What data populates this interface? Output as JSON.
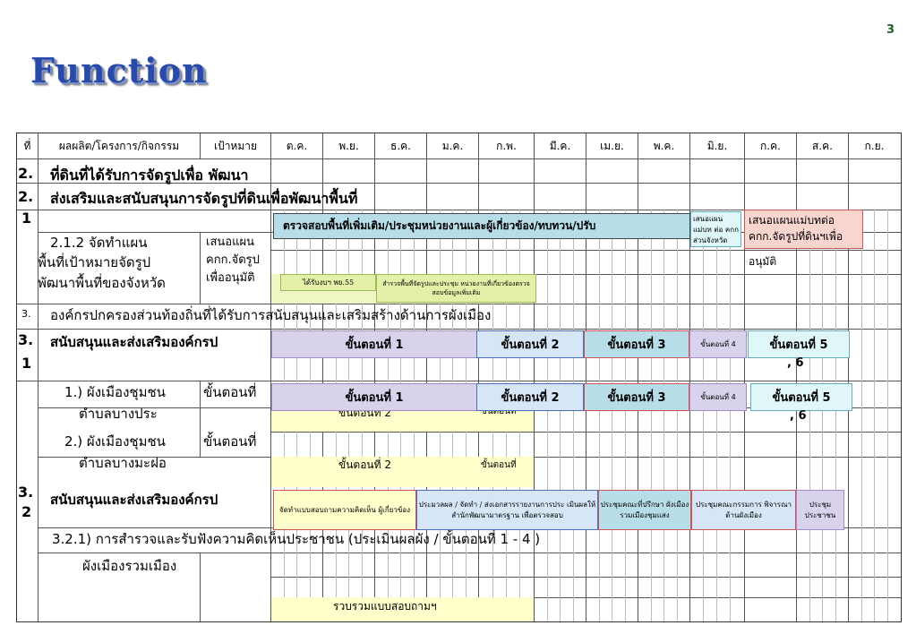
{
  "page_number": "3",
  "title": "Function",
  "header": {
    "columns": [
      "ที่",
      "ผลผลิต/โครงการ/กิจกรรม",
      "เป้าหมาย",
      "ต.ค.",
      "พ.ย.",
      "ธ.ค.",
      "ม.ค.",
      "ก.พ.",
      "มี.ค.",
      "เม.ย.",
      "พ.ค.",
      "มิ.ย.",
      "ก.ค.",
      "ส.ค.",
      "ก.ย."
    ]
  },
  "rows": {
    "r2_num": "2.",
    "r2_text": "ที่ดินที่ได้รับการจัดรูปเพื่อ พัฒนา",
    "r21_num_a": "2.",
    "r21_num_b": "1",
    "r21_text": "ส่งเสริมและสนับสนุนการจัดรูปที่ดินเพื่อพัฒนาพื้นที่",
    "r212_line1": "2.1.2 จัดทำแผน",
    "r212_line2": "พื้นที่เป้าหมายจัดรูป",
    "r212_line3": "พัฒนาพื้นที่ของจังหวัด",
    "r212_target1": "เสนอแผน",
    "r212_target2": "คกก.จัดรูป",
    "r212_target3": "เพื่ออนุมัติ",
    "r3_num": "3.",
    "r3_text": "องค์กรปกครองส่วนท้องถิ่นที่ได้รับการสนับสนุนและเสริมสร้างด้านการผังเมือง",
    "r31_num_a": "3.",
    "r31_num_b": "1",
    "r31_text": "สนับสนุนและส่งเสริมองค์กรป",
    "r311_line1": "1.) ผังเมืองชุมชน",
    "r311_line2": "ตำบลบางประ",
    "r311_target": "ขั้นตอนที่",
    "r312_line1": "2.) ผังเมืองชุมชน",
    "r312_line2": "ตำบลบางมะฝอ",
    "r312_target": "ขั้นตอนที่",
    "r32_num_a": "3.",
    "r32_num_b": "2",
    "r32_text": "สนับสนุนและส่งเสริมองค์กรป",
    "r321_text": "3.2.1) การสำรวจและรับฟังความคิดเห็นประชาชน (ประเมินผลผัง / ขั้นตอนที่ 1 - 4 )",
    "r321_line2": "ผังเมืองรวมเมือง"
  },
  "bars": {
    "survey_main": "ตรวจสอบพื้นที่เพิ่มเติม/ประชุมหน่วยงานและผู้เกี่ยวข้อง/ทบทวน/ปรับ",
    "propose_small": "เสนอแผน แม่บท ต่อ คกก ส่วนจังหวัด",
    "propose_big": "เสนอแผนแม่บทต่อ คกก.จัดรูปที่ดินฯเพื่อ",
    "propose_big_cont": "อนุมัติ",
    "budget": "ได้รับงบฯ พย.55",
    "survey_sub": "สำรวจพื้นที่จัดรูปและประชุม หน่วยงานที่เกี่ยวข้องตรวจสอบข้อมูลเพิ่มเติม",
    "step1": "ขั้นตอนที่ 1",
    "step2": "ขั้นตอนที่ 2",
    "step3": "ขั้นตอนที่ 3",
    "step4": "ขั้นตอนที่ 4",
    "step5": "ขั้นตอนที่ 5",
    "step56": ", 6",
    "yellow_step2": "ขั้นตอนที่ 2",
    "yellow_step_short": "ขั้นตอนที่",
    "q1": "จัดทำแบบสอบถามความคิดเห็น ผู้เกี่ยวข้อง",
    "q2": "ประมวลผล / จัดทำ / ส่งเอกสารรายงานการประ เมินผลให้สำนักพัฒนามาตรฐาน เพื่อตรวจสอบ",
    "q3": "ประชุมคณะที่ปรึกษา ผังเมืองรวมเมืองชุมแสง",
    "q4": "ประชุมคณะกรรมการ พิจารณาด้านผังเมือง",
    "q5": "ประชุม ประชาชน",
    "collect": "รวบรวมแบบสอบถามฯ"
  },
  "colors": {
    "title": "#2a4aa8",
    "teal": "#b7dde8",
    "pink": "#f9d5d0",
    "lavender": "#d9d2ec",
    "light_yellow": "#ffffcc",
    "green_yellow": "#e4f0a8",
    "cyan_light": "#e0f7fa"
  }
}
